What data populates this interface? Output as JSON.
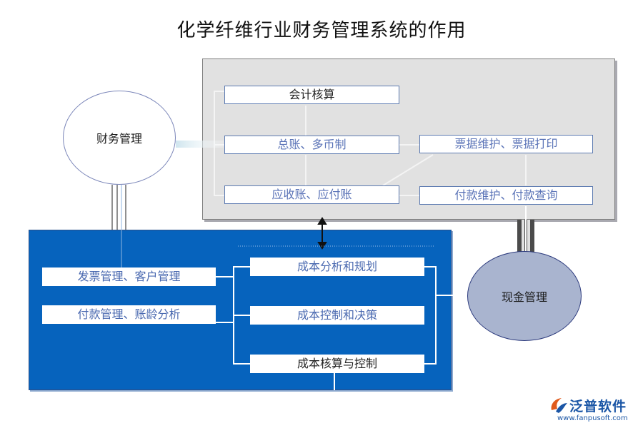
{
  "title": "化学纤维行业财务管理系统的作用",
  "finance_circle": "财务管理",
  "cash_circle": "现金管理",
  "gray_panel": {
    "items": {
      "accounting": "会计核算",
      "ledger": "总账、多币制",
      "receivable": "应收账、应付账",
      "bill": "票据维护、票据打印",
      "payment": "付款维护、付款查询"
    }
  },
  "blue_panel": {
    "left_items": {
      "invoice": "发票管理、客户管理",
      "aging": "付款管理、账龄分析"
    },
    "right_items": {
      "cost_plan": "成本分析和规划",
      "cost_control": "成本控制和决策",
      "cost_account": "成本核算与控制"
    }
  },
  "logo": {
    "name": "泛普软件",
    "url": "www.fanpusoft.com"
  },
  "colors": {
    "gray_panel": "#e1e1e1",
    "blue_panel": "#0663bd",
    "cash_circle": "#a9b4cf",
    "box_text": "#5a73b7"
  }
}
